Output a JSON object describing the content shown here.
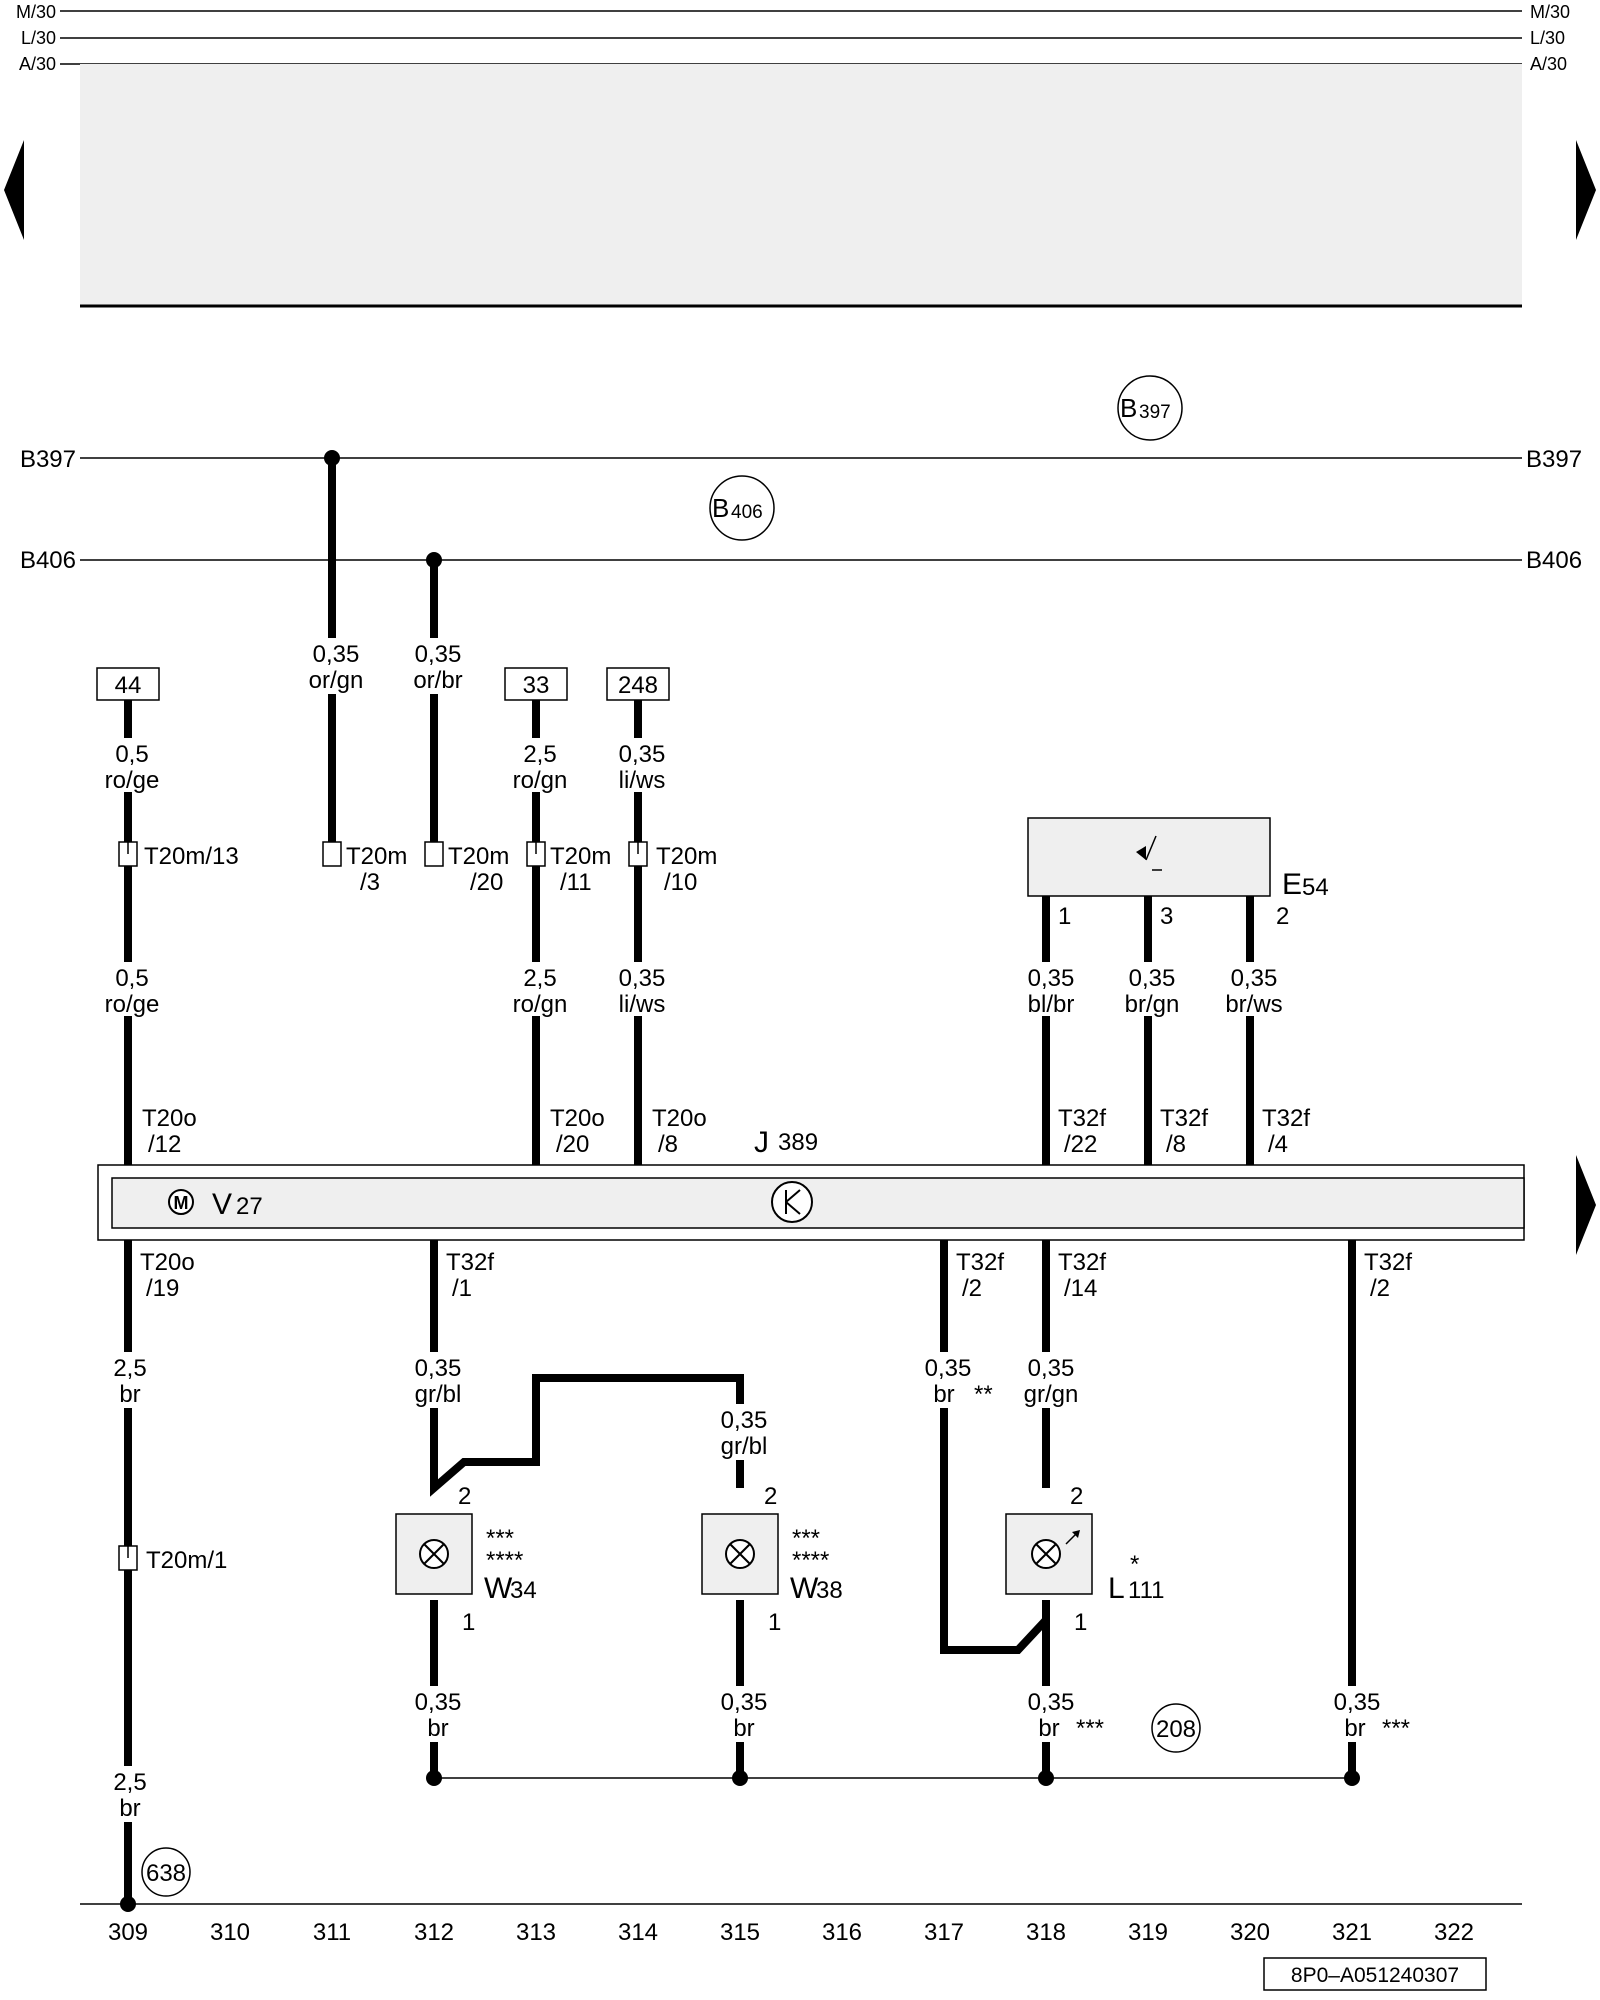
{
  "rails": {
    "m30": "M/30",
    "l30": "L/30",
    "a30": "A/30"
  },
  "bus": {
    "b397": "B397",
    "b406": "B406"
  },
  "circles": {
    "b397_letter": "B",
    "b397_num": "397",
    "b406_letter": "B",
    "b406_num": "406",
    "g208": "208",
    "g638": "638"
  },
  "boxes": {
    "b44": "44",
    "b33": "33",
    "b248": "248"
  },
  "wires": {
    "w309_top_a": "0,5",
    "w309_top_b": "ro/ge",
    "w309_mid_a": "0,5",
    "w309_mid_b": "ro/ge",
    "w311_a": "0,35",
    "w311_b": "or/gn",
    "w312_a": "0,35",
    "w312_b": "or/br",
    "w313_top_a": "2,5",
    "w313_top_b": "ro/gn",
    "w313_mid_a": "2,5",
    "w313_mid_b": "ro/gn",
    "w314_top_a": "0,35",
    "w314_top_b": "li/ws",
    "w314_mid_a": "0,35",
    "w314_mid_b": "li/ws",
    "w318e_a": "0,35",
    "w318e_b": "bl/br",
    "w319e_a": "0,35",
    "w319e_b": "br/gn",
    "w320e_a": "0,35",
    "w320e_b": "br/ws",
    "w309_low1_a": "2,5",
    "w309_low1_b": "br",
    "w309_low2_a": "2,5",
    "w309_low2_b": "br",
    "w312_low_a": "0,35",
    "w312_low_b": "gr/bl",
    "w315_low_a": "0,35",
    "w315_low_b": "gr/bl",
    "w317_a": "0,35",
    "w317_b": "br",
    "w317_note": "**",
    "w318_low_a": "0,35",
    "w318_low_b": "gr/gn",
    "w312_gnd_a": "0,35",
    "w312_gnd_b": "br",
    "w315_gnd_a": "0,35",
    "w315_gnd_b": "br",
    "w318_gnd_a": "0,35",
    "w318_gnd_b": "br",
    "w318_gnd_note": "***",
    "w321_a": "0,35",
    "w321_b": "br",
    "w321_note": "***"
  },
  "connectors": {
    "t20m13": "T20m/13",
    "t20m3_a": "T20m",
    "t20m3_b": "/3",
    "t20m20_a": "T20m",
    "t20m20_b": "/20",
    "t20m11_a": "T20m",
    "t20m11_b": "/11",
    "t20m10_a": "T20m",
    "t20m10_b": "/10",
    "t20o12_a": "T20o",
    "t20o12_b": "/12",
    "t20o20_a": "T20o",
    "t20o20_b": "/20",
    "t20o8_a": "T20o",
    "t20o8_b": "/8",
    "t32f22_a": "T32f",
    "t32f22_b": "/22",
    "t32f8_a": "T32f",
    "t32f8_b": "/8",
    "t32f4_a": "T32f",
    "t32f4_b": "/4",
    "t20o19_a": "T20o",
    "t20o19_b": "/19",
    "t32f1_a": "T32f",
    "t32f1_b": "/1",
    "t32f2a_a": "T32f",
    "t32f2a_b": "/2",
    "t32f14_a": "T32f",
    "t32f14_b": "/14",
    "t32f2b_a": "T32f",
    "t32f2b_b": "/2",
    "t20m1": "T20m/1"
  },
  "components": {
    "e54_letter": "E",
    "e54_num": "54",
    "e54_pin1": "1",
    "e54_pin3": "3",
    "e54_pin2": "2",
    "j389_letter": "J",
    "j389_num": "389",
    "v27_letter": "V",
    "v27_num": "27",
    "motor_symbol": "M",
    "w34_letter": "W",
    "w34_num": "34",
    "w34_note1": "***",
    "w34_note2": "****",
    "w34_pin2": "2",
    "w34_pin1": "1",
    "w38_letter": "W",
    "w38_num": "38",
    "w38_note1": "***",
    "w38_note2": "****",
    "w38_pin2": "2",
    "w38_pin1": "1",
    "l111_letter": "L",
    "l111_num": "111",
    "l111_note": "*",
    "l111_pin2": "2",
    "l111_pin1": "1"
  },
  "scale": [
    "309",
    "310",
    "311",
    "312",
    "313",
    "314",
    "315",
    "316",
    "317",
    "318",
    "319",
    "320",
    "321",
    "322"
  ],
  "code": "8P0–A051240307",
  "icons": [
    "nav-left-arrow-icon",
    "nav-right-arrow-icon",
    "motor-icon",
    "control-unit-icon",
    "lamp-icon",
    "switch-icon"
  ]
}
